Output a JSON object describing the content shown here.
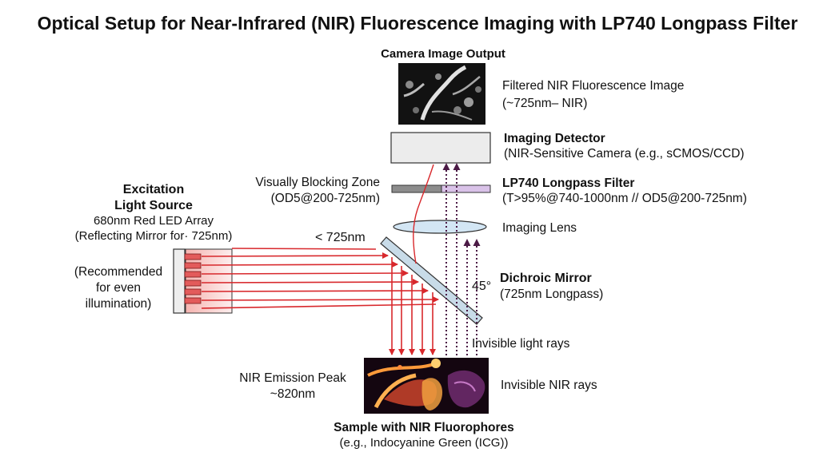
{
  "title": "Optical Setup for Near-Infrared (NIR) Fluorescence Imaging with LP740 Longpass Filter",
  "camera_output": {
    "heading": "Camera Image Output",
    "caption_line1": "Filtered NIR Fluorescence Image",
    "caption_line2": "(~725nm– NIR)"
  },
  "detector": {
    "heading": "Imaging Detector",
    "line2": "(NIR-Sensitive Camera (e.g., sCMOS/CCD)"
  },
  "filter": {
    "heading": "LP740 Longpass Filter",
    "line2": "(T>95%@740-1000nm // OD5@200-725nm)",
    "blocking_line1": "Visually Blocking Zone",
    "blocking_line2": "(OD5@200-725nm)"
  },
  "lens": {
    "label": "Imaging Lens"
  },
  "source": {
    "heading_line1": "Excitation",
    "heading_line2": "Light Source",
    "line3": "680nm Red LED Array",
    "line4": "(Reflecting Mirror for· 725nm)",
    "note_line1": "(Recommended",
    "note_line2": "for even",
    "note_line3": "illumination)",
    "cutoff_label": "< 725nm"
  },
  "mirror": {
    "angle_label": "45°",
    "heading": "Dichroic Mirror",
    "line2": "(725nm Longpass)"
  },
  "rays": {
    "invisible_light": "Invisible light rays",
    "invisible_nir": "Invisible NIR rays"
  },
  "sample": {
    "peak_line1": "NIR Emission Peak",
    "peak_line2": "~820nm",
    "heading": "Sample with NIR Fluorophores",
    "line2": "(e.g., Indocyanine Green (ICG))"
  },
  "colors": {
    "red_ray": "#d8282c",
    "purple_ray": "#4b1a45",
    "filter_blocking": "#8c8c8c",
    "filter_pass": "#d9c2e8",
    "mirror": "#c8dbe8",
    "lens": "#d3e6f4"
  }
}
